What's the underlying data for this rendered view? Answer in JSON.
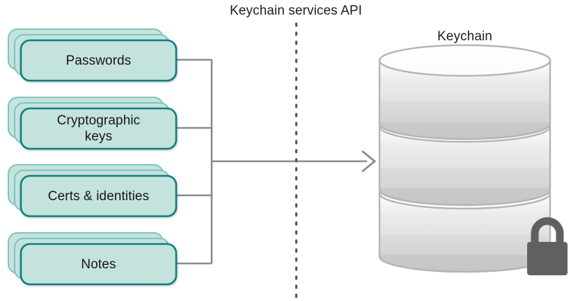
{
  "diagram": {
    "title_center": "Keychain services API",
    "title_right": "Keychain",
    "colors": {
      "card_fill": "#c5e3dd",
      "card_border_front": "#0f7f80",
      "card_border_back": "#7ec4bc",
      "connector": "#8a8a8e",
      "cylinder_light": "#fdfdfd",
      "cylinder_mid": "#e4e4e4",
      "cylinder_dark": "#c9c9c9",
      "cylinder_stroke": "#b4b4b4",
      "lock": "#5f6060",
      "dotted_line": "#58585a",
      "text": "#1d1d1f"
    },
    "items": [
      {
        "label": "Passwords",
        "stack_count": 3
      },
      {
        "label": "Cryptographic\nkeys",
        "stack_count": 3
      },
      {
        "label": "Certs & identities",
        "stack_count": 3
      },
      {
        "label": "Notes",
        "stack_count": 3
      }
    ],
    "flow": {
      "arrow_direction": "right",
      "boundary_style": "dotted-vertical"
    },
    "keychain": {
      "disc_count": 3,
      "lock_state": "locked"
    }
  }
}
